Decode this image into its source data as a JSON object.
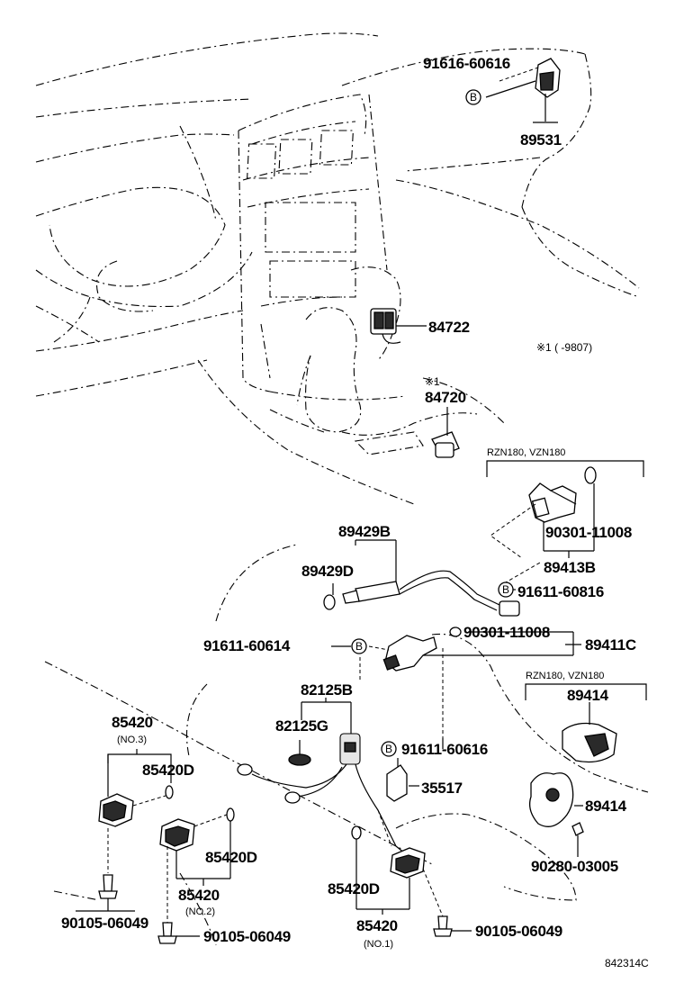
{
  "labels": {
    "p91616_60616": "91616-60616",
    "p89531": "89531",
    "p84722": "84722",
    "note_1": "※1 (      -9807)",
    "star_1": "※1",
    "p84720": "84720",
    "model_note_a": "RZN180, VZN180",
    "p90301_11008_a": "90301-11008",
    "p89413B": "89413B",
    "p89429B": "89429B",
    "p89429D": "89429D",
    "p91611_60816": "91611-60816",
    "p90301_11008_b": "90301-11008",
    "p89411C": "89411C",
    "p91611_60614": "91611-60614",
    "p82125B": "82125B",
    "model_note_b": "RZN180, VZN180",
    "p89414_a": "89414",
    "p85420_no3": "85420",
    "no3": "(NO.3)",
    "p82125G": "82125G",
    "p91611_60616": "91611-60616",
    "p85420D_a": "85420D",
    "p35517": "35517",
    "p89414_b": "89414",
    "p85420D_b": "85420D",
    "p90280_03005": "90280-03005",
    "p85420_no2": "85420",
    "no2": "(NO.2)",
    "p85420D_c": "85420D",
    "p90105_06049_a": "90105-06049",
    "p90105_06049_b": "90105-06049",
    "p85420_no1": "85420",
    "no1": "(NO.1)",
    "p90105_06049_c": "90105-06049",
    "diagram_id": "842314C",
    "circle_b": "B"
  }
}
